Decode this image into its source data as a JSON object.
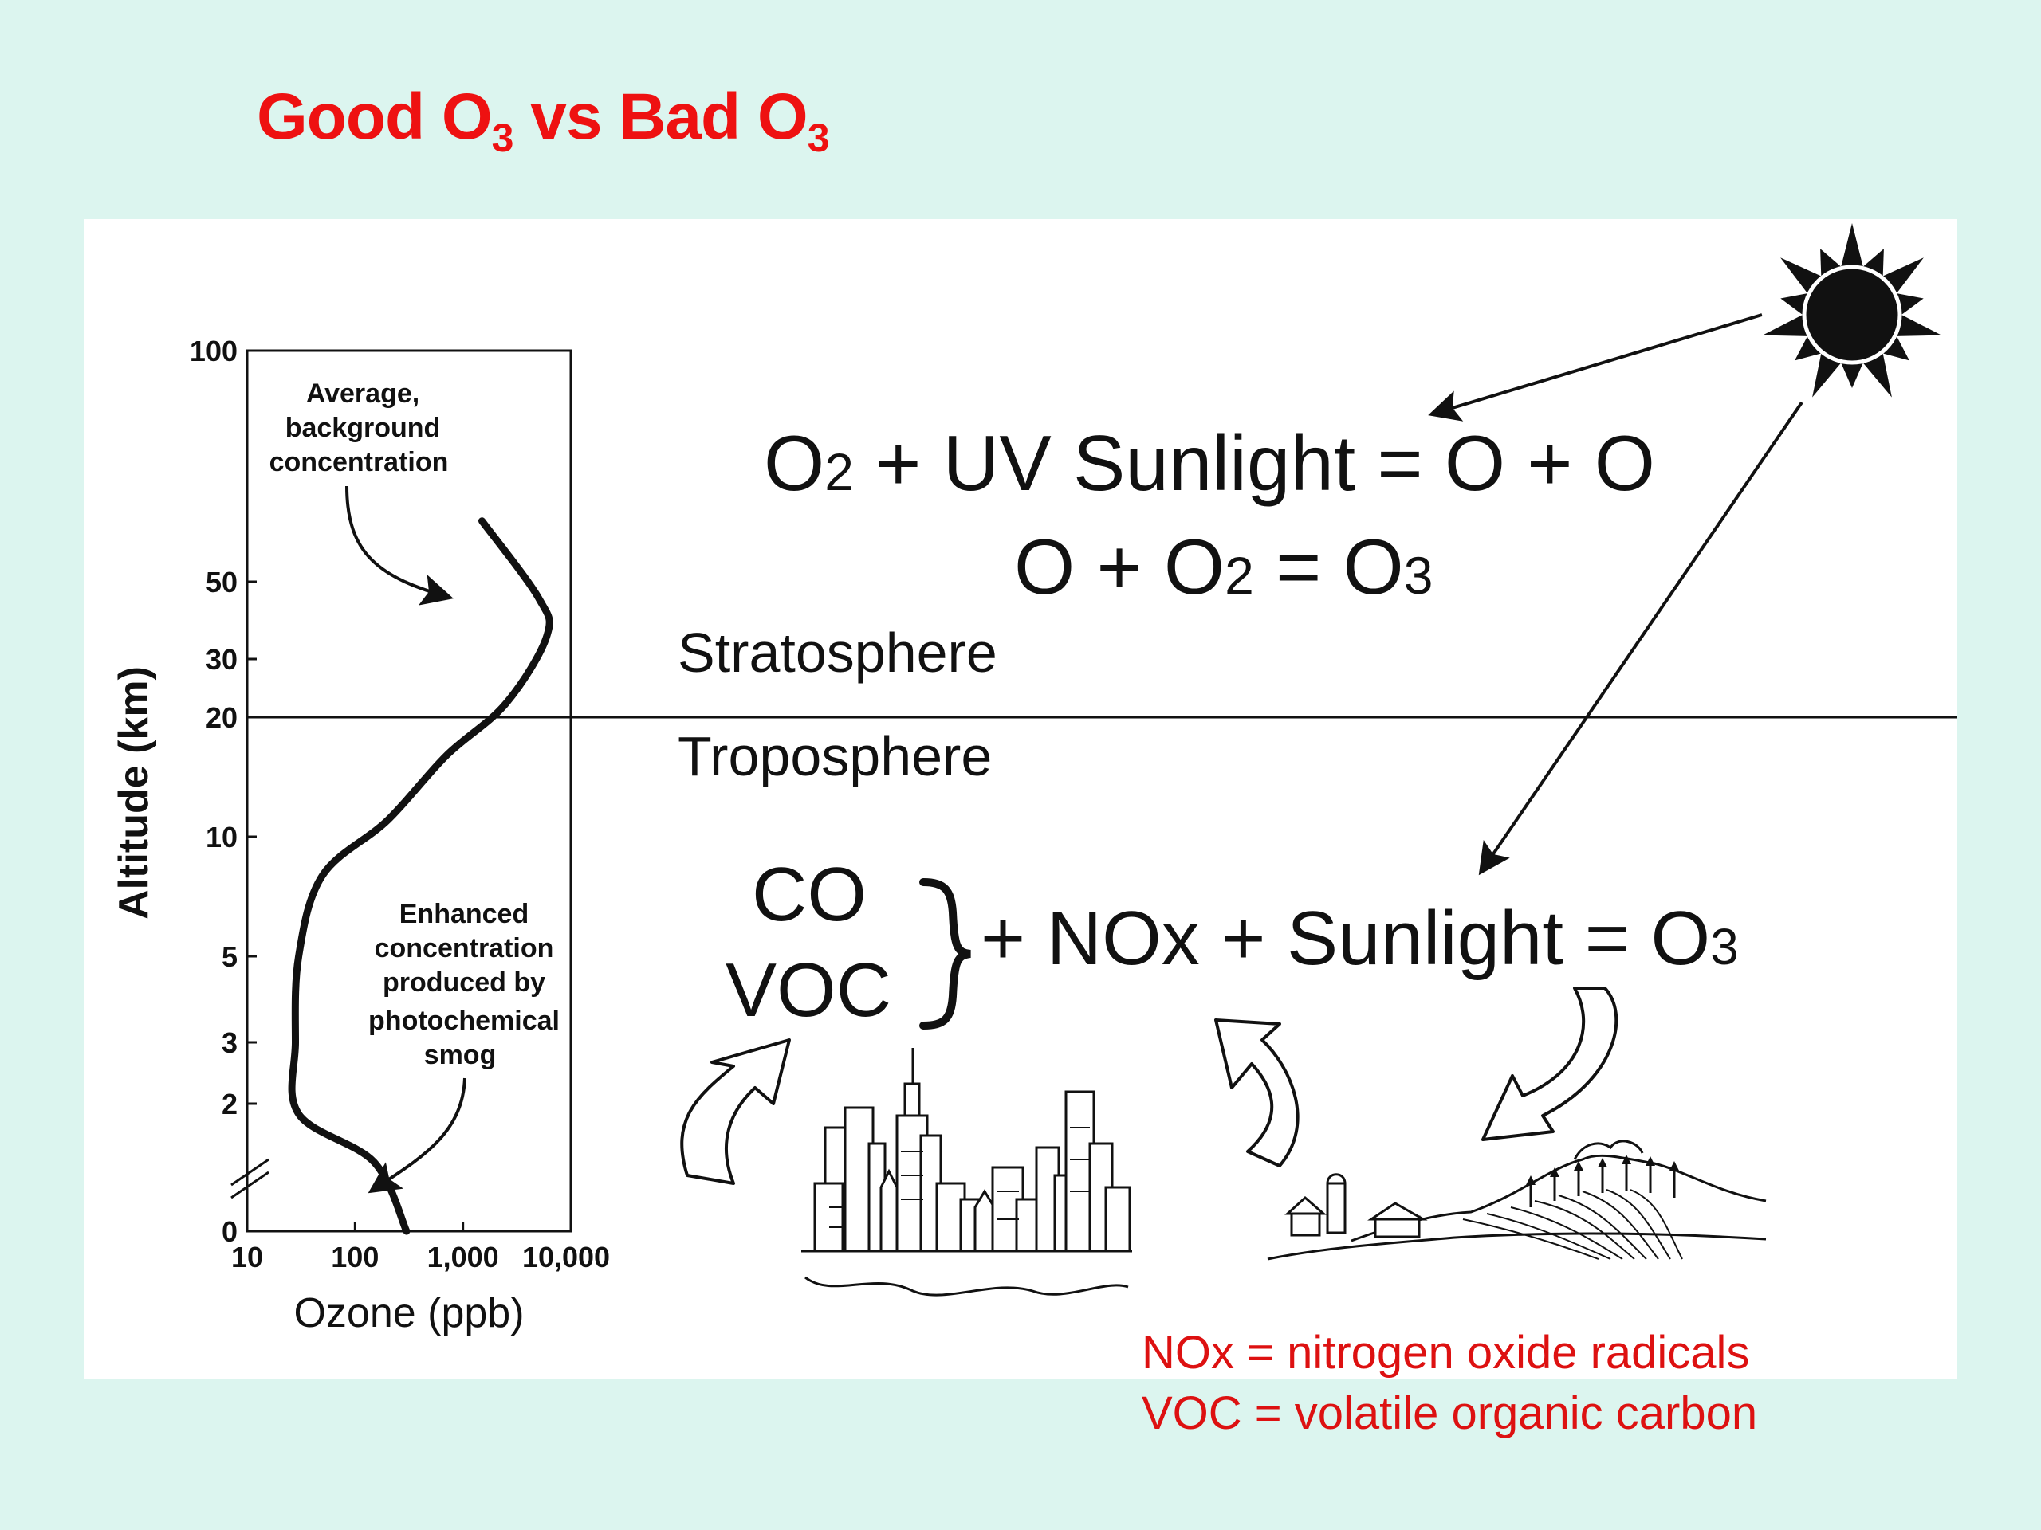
{
  "title": {
    "good": "Good O",
    "sub1": "3",
    "vs": " vs Bad O",
    "sub2": "3"
  },
  "colors": {
    "background": "#dcf5ef",
    "title": "#ee1111",
    "legend": "#dd1111",
    "ink": "#111111"
  },
  "chart_data": {
    "type": "line",
    "xlabel": "Ozone (ppb)",
    "ylabel": "Altitude (km)",
    "x_scale": "log",
    "y_scale": "log",
    "xlim": [
      10,
      10000
    ],
    "ylim": [
      0,
      100
    ],
    "x_ticks": [
      "10",
      "100",
      "1,000",
      "10,000"
    ],
    "y_ticks": [
      "100",
      "50",
      "30",
      "20",
      "10",
      "5",
      "3",
      "2",
      "0"
    ],
    "series": [
      {
        "points": [
          {
            "x": 300,
            "y": 0
          },
          {
            "x": 150,
            "y": 1.1
          },
          {
            "x": 30,
            "y": 1.8
          },
          {
            "x": 28,
            "y": 3
          },
          {
            "x": 30,
            "y": 5
          },
          {
            "x": 50,
            "y": 8
          },
          {
            "x": 200,
            "y": 11
          },
          {
            "x": 700,
            "y": 16
          },
          {
            "x": 2500,
            "y": 22
          },
          {
            "x": 6000,
            "y": 35
          },
          {
            "x": 5000,
            "y": 45
          },
          {
            "x": 1500,
            "y": 60
          }
        ]
      }
    ],
    "annotations": {
      "background": [
        "Average,",
        "background",
        "concentration"
      ],
      "enhanced": [
        "Enhanced",
        "concentration",
        "produced by",
        "photochemical",
        "smog"
      ]
    }
  },
  "diagram": {
    "eq1": {
      "o2": "O",
      "o2_sub": "2",
      "rest": " + UV Sunlight = O + O"
    },
    "eq2": {
      "lhs": "O + O",
      "lhs_sub": "2",
      "eq": " = O",
      "rhs_sub": "3"
    },
    "eq3": {
      "co": "CO",
      "voc": "VOC",
      "rest": "+ NOx + Sunlight = O",
      "rest_sub": "3"
    },
    "stratosphere": "Stratosphere",
    "troposphere": "Troposphere"
  },
  "legend": {
    "nox": "NOx = nitrogen oxide radicals",
    "voc": "VOC = volatile organic carbon"
  }
}
